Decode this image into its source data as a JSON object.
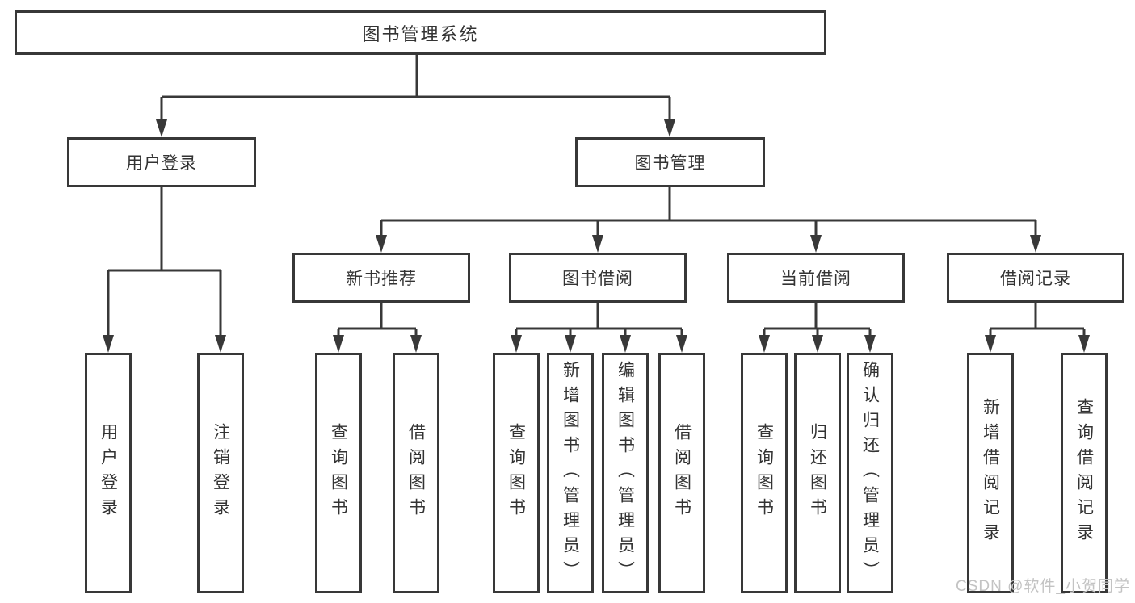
{
  "tree": {
    "root": "图书管理系统",
    "children": [
      {
        "label": "用户登录",
        "children": [
          {
            "label": "用户登录"
          },
          {
            "label": "注销登录"
          }
        ]
      },
      {
        "label": "图书管理",
        "children": [
          {
            "label": "新书推荐",
            "children": [
              {
                "label": "查询图书"
              },
              {
                "label": "借阅图书"
              }
            ]
          },
          {
            "label": "图书借阅",
            "children": [
              {
                "label": "查询图书"
              },
              {
                "label": "新增图书（管理员）"
              },
              {
                "label": "编辑图书（管理员）"
              },
              {
                "label": "借阅图书"
              }
            ]
          },
          {
            "label": "当前借阅",
            "children": [
              {
                "label": "查询图书"
              },
              {
                "label": "归还图书"
              },
              {
                "label": "确认归还（管理员）"
              }
            ]
          },
          {
            "label": "借阅记录",
            "children": [
              {
                "label": "新增借阅记录"
              },
              {
                "label": "查询借阅记录"
              }
            ]
          }
        ]
      }
    ]
  },
  "watermark": "CSDN @软件_小贺同学",
  "colors": {
    "line": "#383838",
    "text": "#333333",
    "watermark": "#c3c3c3",
    "background": "#ffffff"
  }
}
